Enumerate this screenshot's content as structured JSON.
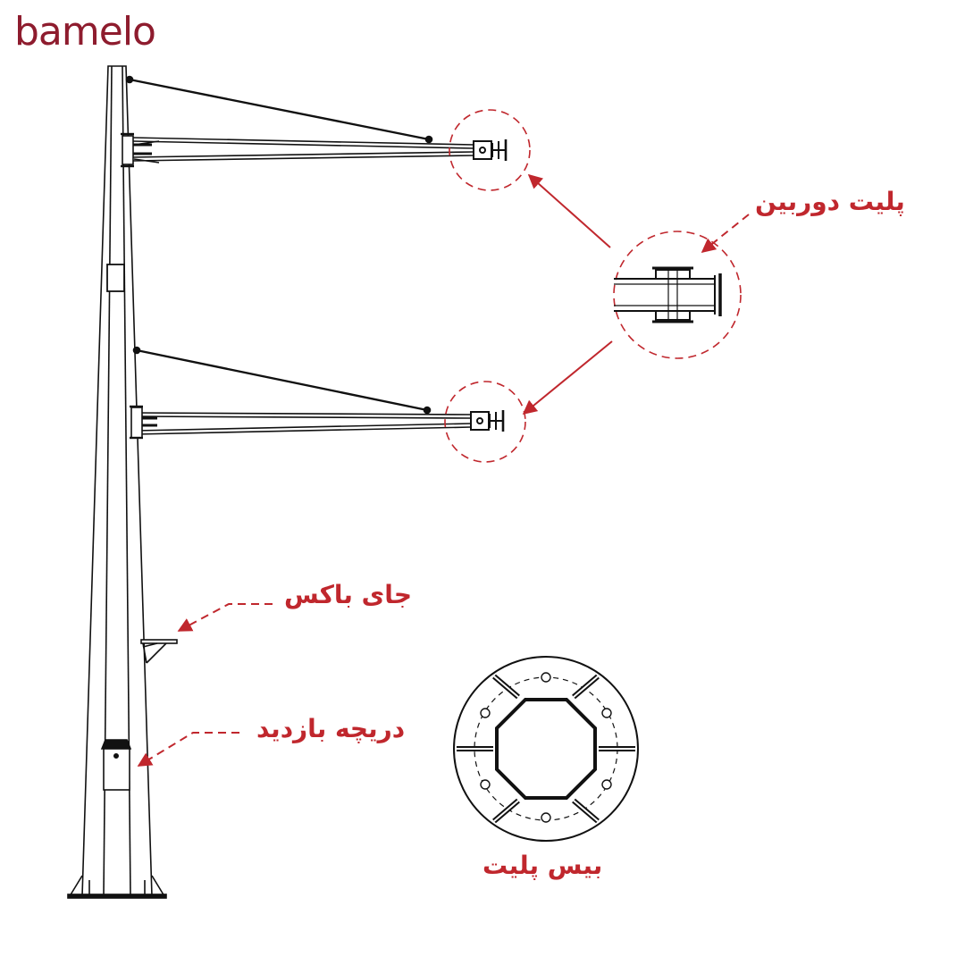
{
  "brand": {
    "name": "bamelo"
  },
  "labels": {
    "camera_plate": "پلیت دوربین",
    "box_mount": "جای باکس",
    "inspection_door": "دریچه بازدید",
    "base_plate": "بیس پلیت"
  },
  "colors": {
    "accent": "#c0272d",
    "accent_dark": "#8e1c2e",
    "line": "#111111"
  }
}
